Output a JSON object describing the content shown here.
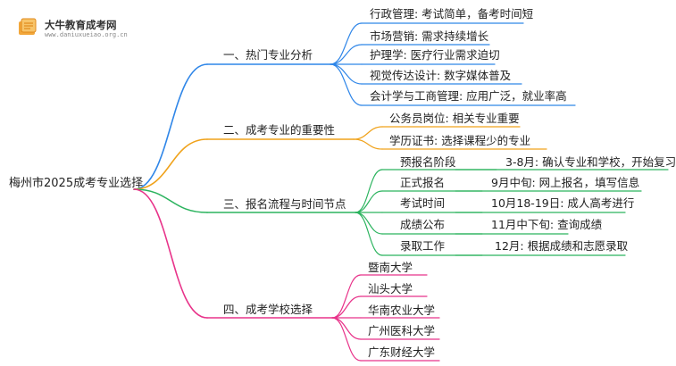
{
  "logo": {
    "title": "大牛教育成考网",
    "url": "www.daniuxueiao.org.cn"
  },
  "colors": {
    "blue": "#2f86e8",
    "orange": "#f0a21a",
    "green": "#2bb35e",
    "pink": "#e8338a"
  },
  "root": "梅州市2025成考专业选择",
  "branches": [
    {
      "label": "一、热门专业分析",
      "color": "blue",
      "children": [
        "行政管理: 考试简单，备考时间短",
        "市场营销: 需求持续增长",
        "护理学: 医疗行业需求迫切",
        "视觉传达设计: 数字媒体普及",
        "会计学与工商管理: 应用广泛，就业率高"
      ]
    },
    {
      "label": "二、成考专业的重要性",
      "color": "orange",
      "children": [
        "公务员岗位: 相关专业重要",
        "学历证书: 选择课程少的专业"
      ]
    },
    {
      "label": "三、报名流程与时间节点",
      "color": "green",
      "children": [
        {
          "name": "预报名阶段",
          "detail": "3-8月: 确认专业和学校，开始复习"
        },
        {
          "name": "正式报名",
          "detail": "9月中旬: 网上报名，填写信息"
        },
        {
          "name": "考试时间",
          "detail": "10月18-19日: 成人高考进行"
        },
        {
          "name": "成绩公布",
          "detail": "11月中下旬: 查询成绩"
        },
        {
          "name": "录取工作",
          "detail": "12月: 根据成绩和志愿录取"
        }
      ]
    },
    {
      "label": "四、成考学校选择",
      "color": "pink",
      "children": [
        "暨南大学",
        "汕头大学",
        "华南农业大学",
        "广州医科大学",
        "广东财经大学"
      ]
    }
  ]
}
